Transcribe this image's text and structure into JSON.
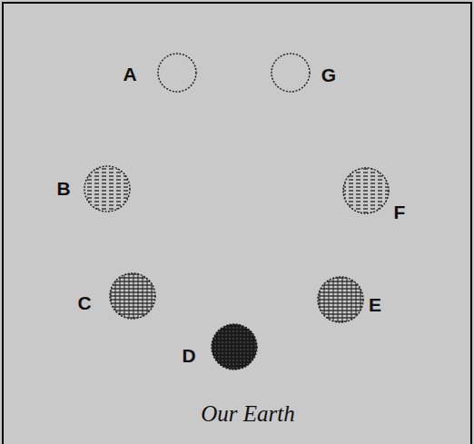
{
  "diagram": {
    "caption": "Our Earth",
    "labels": [
      "A",
      "G",
      "B",
      "F",
      "C",
      "E",
      "D"
    ]
  }
}
